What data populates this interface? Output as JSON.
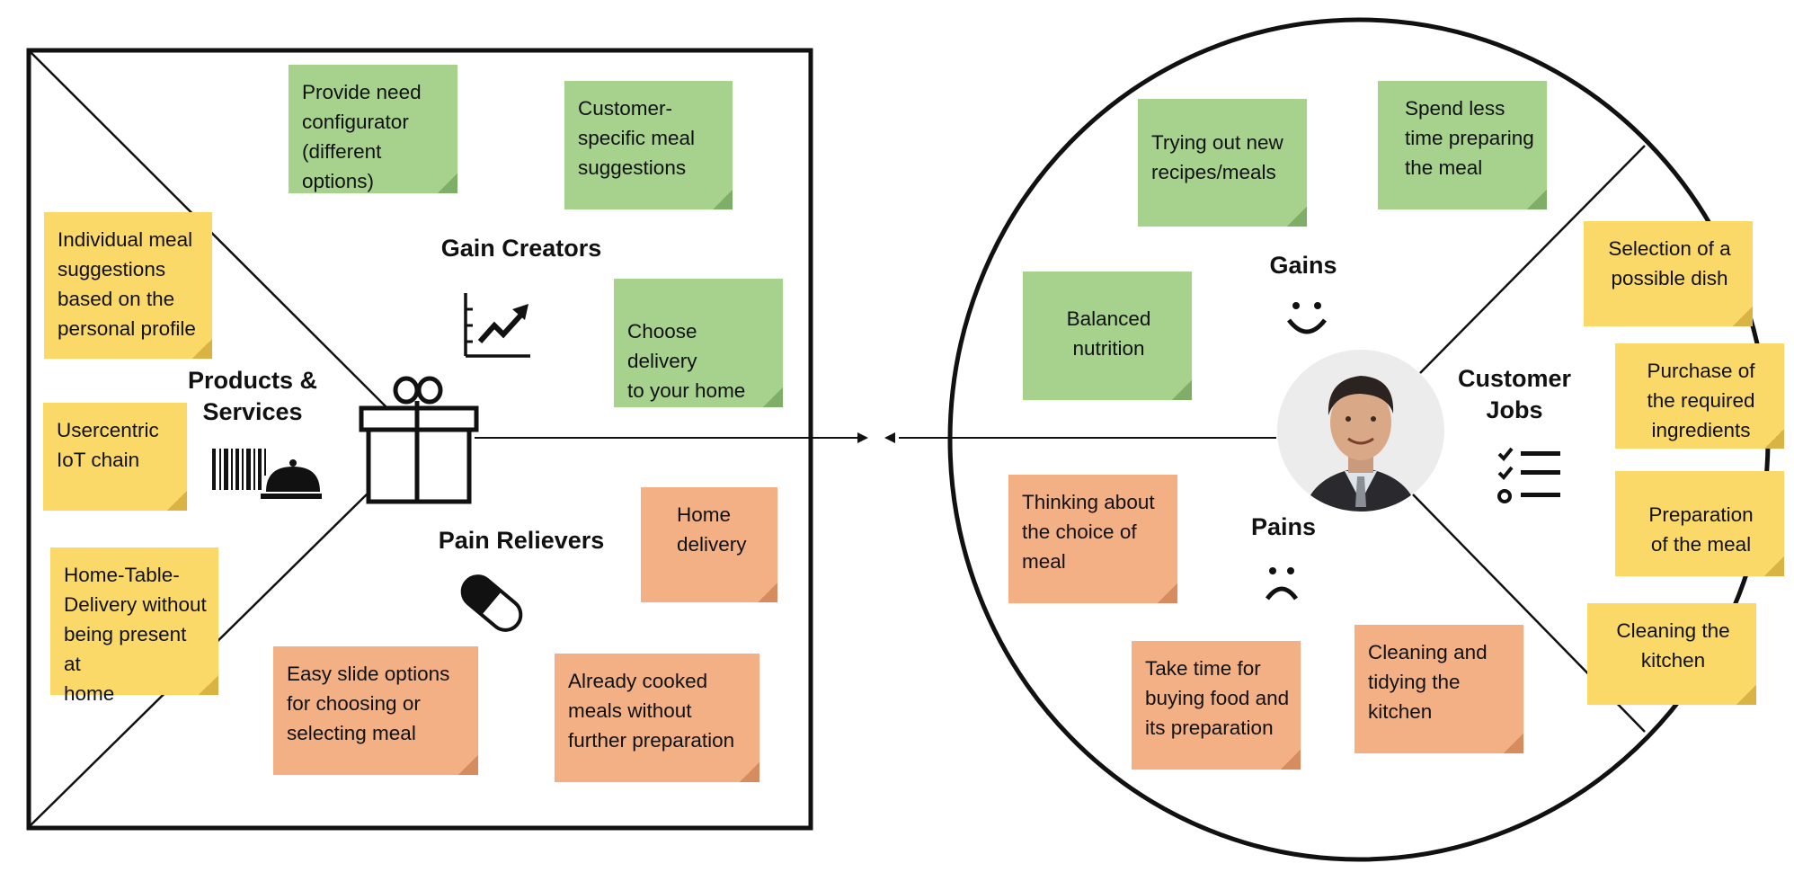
{
  "product_map": {
    "gain_creators": {
      "heading": "Gain Creators",
      "icon": "chart-growth-icon",
      "notes": [
        {
          "id": "provide-need-configurator",
          "text": "Provide need\nconfigurator\n(different options)",
          "color": "green"
        },
        {
          "id": "customer-specific-meal-suggestions",
          "text": "Customer-\nspecific meal\nsuggestions",
          "color": "green"
        },
        {
          "id": "choose-delivery",
          "text": "Choose delivery\nto your home",
          "color": "green"
        }
      ]
    },
    "products_services": {
      "heading": "Products &\nServices",
      "icon": "barcode-cloche-icon",
      "center_icon": "gift-icon",
      "notes": [
        {
          "id": "individual-meal-suggestions",
          "text": "Individual meal\nsuggestions\nbased on the\npersonal profile",
          "color": "yellow"
        },
        {
          "id": "usercentric-iot-chain",
          "text": "Usercentric\nIoT chain",
          "color": "yellow"
        },
        {
          "id": "home-table-delivery",
          "text": "Home-Table-\nDelivery without\nbeing present at\nhome",
          "color": "yellow"
        }
      ]
    },
    "pain_relievers": {
      "heading": "Pain Relievers",
      "icon": "pill-capsule-icon",
      "notes": [
        {
          "id": "home-delivery",
          "text": "Home\ndelivery",
          "color": "orange"
        },
        {
          "id": "easy-slide-options",
          "text": "Easy slide options\nfor choosing or\nselecting meal",
          "color": "orange"
        },
        {
          "id": "already-cooked-meals",
          "text": "Already cooked\nmeals without\nfurther preparation",
          "color": "orange"
        }
      ]
    }
  },
  "customer_profile": {
    "gains": {
      "heading": "Gains",
      "icon": "smiley-happy-icon",
      "notes": [
        {
          "id": "trying-new-recipes",
          "text": "Trying out new\nrecipes/meals",
          "color": "green"
        },
        {
          "id": "spend-less-time",
          "text": "Spend less\ntime preparing\nthe meal",
          "color": "green"
        },
        {
          "id": "balanced-nutrition",
          "text": "Balanced\nnutrition",
          "color": "green"
        }
      ]
    },
    "pains": {
      "heading": "Pains",
      "icon": "smiley-sad-icon",
      "notes": [
        {
          "id": "thinking-about-choice",
          "text": "Thinking about\nthe choice of\nmeal",
          "color": "orange"
        },
        {
          "id": "take-time-buying",
          "text": "Take time for\nbuying food and\nits preparation",
          "color": "orange"
        },
        {
          "id": "cleaning-tidying",
          "text": "Cleaning and\ntidying the\nkitchen",
          "color": "orange"
        }
      ]
    },
    "customer_jobs": {
      "heading": "Customer\nJobs",
      "icon": "checklist-icon",
      "notes": [
        {
          "id": "selection-of-dish",
          "text": "Selection of a\npossible dish",
          "color": "yellow"
        },
        {
          "id": "purchase-ingredients",
          "text": "Purchase of\nthe required\ningredients",
          "color": "yellow"
        },
        {
          "id": "preparation-of-meal",
          "text": "Preparation\nof  the meal",
          "color": "yellow"
        },
        {
          "id": "cleaning-kitchen",
          "text": "Cleaning the\nkitchen",
          "color": "yellow"
        }
      ]
    },
    "center_icon": "customer-avatar-icon"
  },
  "colors": {
    "green": "#a6d28e",
    "yellow": "#fbd969",
    "orange": "#f3b084",
    "outline": "#111111"
  }
}
